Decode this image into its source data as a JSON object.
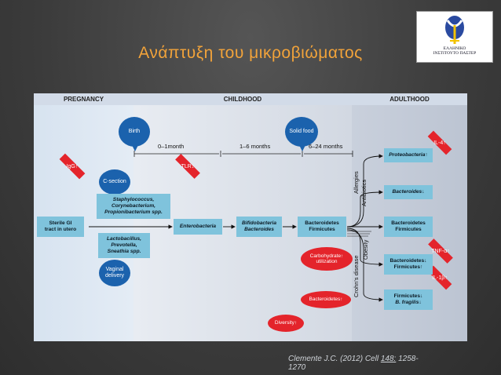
{
  "slide_title": "Ανάπτυξη του μικροβιώματος",
  "logo": {
    "line1": "ΕΛΛΗΝΙΚΟ",
    "line2": "ΙΝΣΤΙΤΟΥΤΟ ΠΑΣΤΕΡ"
  },
  "figure": {
    "headers": {
      "pregnancy": "PREGNANCY",
      "childhood": "CHILDHOOD",
      "adulthood": "ADULTHOOD"
    },
    "birth": "Birth",
    "solid_food": "Solid food",
    "c_section": "C-section",
    "vaginal": {
      "l1": "Vaginal",
      "l2": "delivery"
    },
    "timeline": {
      "t1": "0–1month",
      "t2": "1–6 months",
      "t3": "6–24 months"
    },
    "igg": "IgG↑",
    "tlr": "TLR↓",
    "sterile": {
      "l1": "Sterile GI",
      "l2": "tract in utero"
    },
    "staph": {
      "l1": "Staphylococcus,",
      "l2": "Corynebacterium,",
      "l3": "Propionibacterium spp."
    },
    "lacto": {
      "l1": "Lactobacillus,",
      "l2": "Prevotella,",
      "l3": "Sneathia spp."
    },
    "entero": "Enterobacteria",
    "bifido": {
      "l1": "Bifidobacteria",
      "l2": "Bacteroides"
    },
    "bact_firm": {
      "l1": "Bacteroidetes",
      "l2": "Firmicutes"
    },
    "carb": {
      "l1": "Carbohydrate↑",
      "l2": "utilization"
    },
    "bacteroidetes_up": "Bacteroidetes↑",
    "diversity": "Diversity↑",
    "allergies": "Allergies",
    "antibiotics": "Antibiotics",
    "obesity": "Obesity",
    "crohns": "Crohn's disease",
    "il4": "IL-4↑",
    "tnf": "TNF-α↑",
    "il1": "IL-1β↑",
    "out_proteo": "Proteobacteria↑",
    "out_bacteroides": "Bacteroides↓",
    "out_bf": {
      "l1": "Bacteroidetes",
      "l2": "Firmicutes"
    },
    "out_bf2": {
      "l1": "Bacteroidetes↓",
      "l2": "Firmicutes↑"
    },
    "out_fb": {
      "l1": "Firmicutes↓",
      "l2": "B. fragilis↓"
    }
  },
  "citation": {
    "prefix": "Clemente J.C. (2012) Cell ",
    "volume": "148:",
    "pages": " 1258-",
    "line2": "1270"
  },
  "colors": {
    "title": "#f2a33a",
    "box": "#7fc3dc",
    "bubble": "#1b62ad",
    "red": "#e4242b"
  }
}
